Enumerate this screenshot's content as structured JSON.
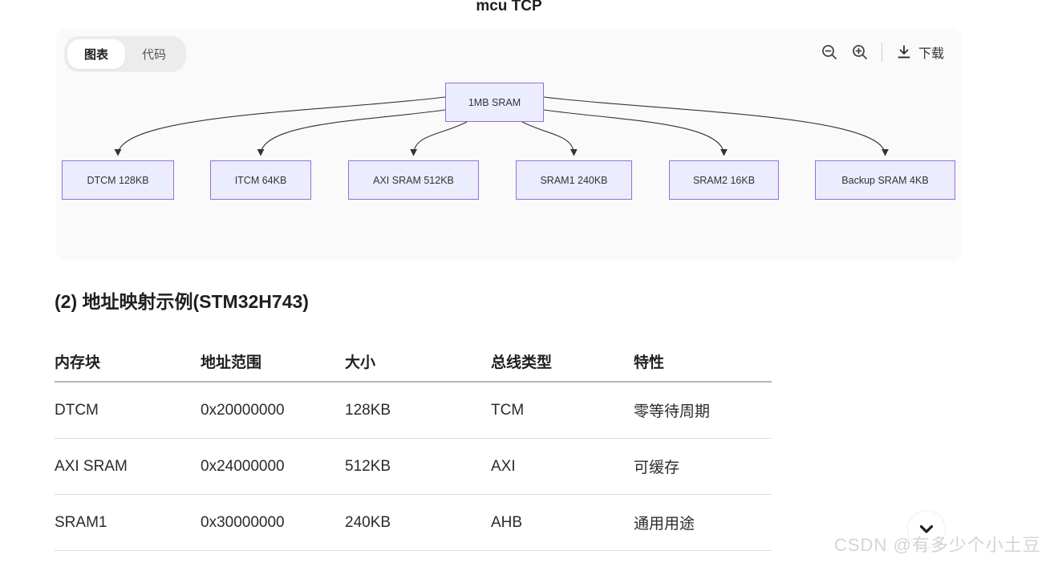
{
  "page": {
    "title": "mcu TCP"
  },
  "panel": {
    "tabs": [
      {
        "label": "图表",
        "active": true
      },
      {
        "label": "代码",
        "active": false
      }
    ],
    "toolbar": {
      "zoom_out_icon": "magnifier-minus",
      "zoom_in_icon": "magnifier-plus",
      "download_icon": "download-tray-arrow",
      "download_label": "下载"
    }
  },
  "diagram": {
    "type": "flowchart",
    "root": "1MB SRAM",
    "children": [
      "DTCM 128KB",
      "ITCM 64KB",
      "AXI SRAM 512KB",
      "SRAM1 240KB",
      "SRAM2 16KB",
      "Backup SRAM 4KB"
    ]
  },
  "section": {
    "heading": "(2) 地址映射示例(STM32H743)"
  },
  "table": {
    "headers": [
      "内存块",
      "地址范围",
      "大小",
      "总线类型",
      "特性"
    ],
    "rows": [
      [
        "DTCM",
        "0x20000000",
        "128KB",
        "TCM",
        "零等待周期"
      ],
      [
        "AXI SRAM",
        "0x24000000",
        "512KB",
        "AXI",
        "可缓存"
      ],
      [
        "SRAM1",
        "0x30000000",
        "240KB",
        "AHB",
        "通用用途"
      ]
    ]
  },
  "watermark": {
    "text": "CSDN @有多少个小土豆"
  },
  "expand": {
    "icon": "chevron-down"
  },
  "colors": {
    "node_fill": "#ECECFF",
    "node_border": "#9370DB",
    "panel_bg": "#fafafa",
    "edge": "#333333",
    "watermark": "#d4d4d4"
  }
}
